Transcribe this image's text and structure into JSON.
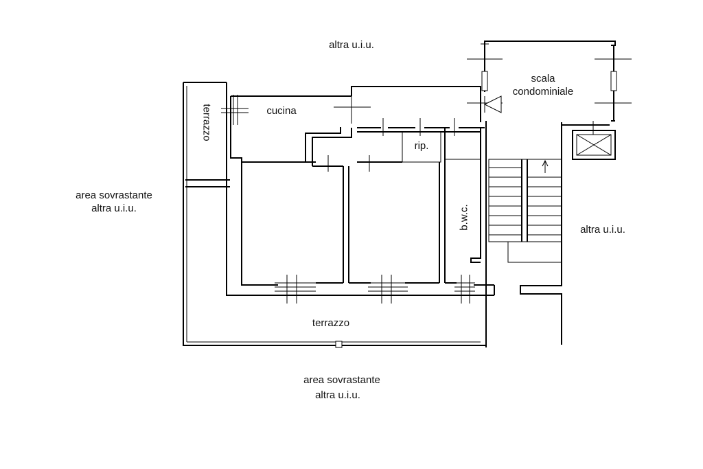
{
  "labels": {
    "top_neighbor": "altra u.i.u.",
    "stair_line1": "scala",
    "stair_line2": "condominiale",
    "terrace_left": "terrazzo",
    "kitchen": "cucina",
    "storage": "rip.",
    "bathroom": "b.w.c.",
    "left_area_line1": "area sovrastante",
    "left_area_line2": "altra u.i.u.",
    "right_neighbor": "altra u.i.u.",
    "terrace_bottom": "terrazzo",
    "bottom_area_line1": "area sovrastante",
    "bottom_area_line2": "altra u.i.u."
  }
}
